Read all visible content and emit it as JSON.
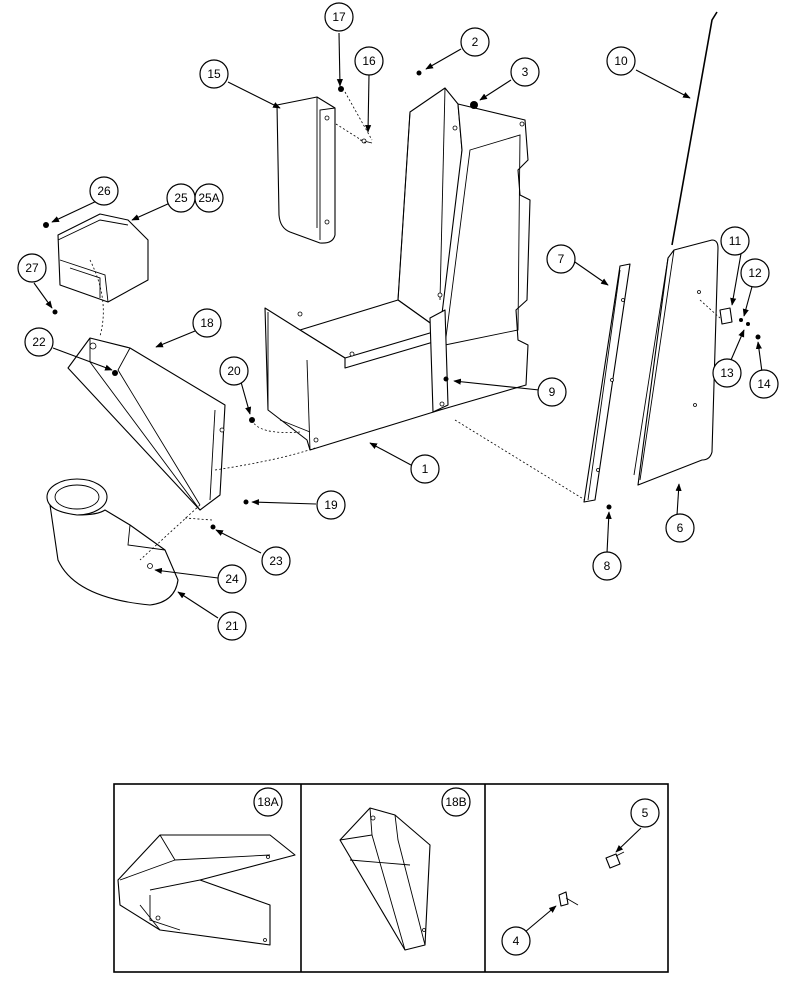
{
  "callouts": {
    "c1": "1",
    "c2": "2",
    "c3": "3",
    "c4": "4",
    "c5": "5",
    "c6": "6",
    "c7": "7",
    "c8": "8",
    "c9": "9",
    "c10": "10",
    "c11": "11",
    "c12": "12",
    "c13": "13",
    "c14": "14",
    "c15": "15",
    "c16": "16",
    "c17": "17",
    "c18": "18",
    "c19": "19",
    "c20": "20",
    "c21": "21",
    "c22": "22",
    "c23": "23",
    "c24": "24",
    "c25": "25",
    "c25a": "25A",
    "c26": "26",
    "c27": "27"
  },
  "inset_panels": {
    "panel_a_label": "18A",
    "panel_b_label": "18B"
  },
  "colors": {
    "line": "#000000",
    "background": "#ffffff"
  }
}
